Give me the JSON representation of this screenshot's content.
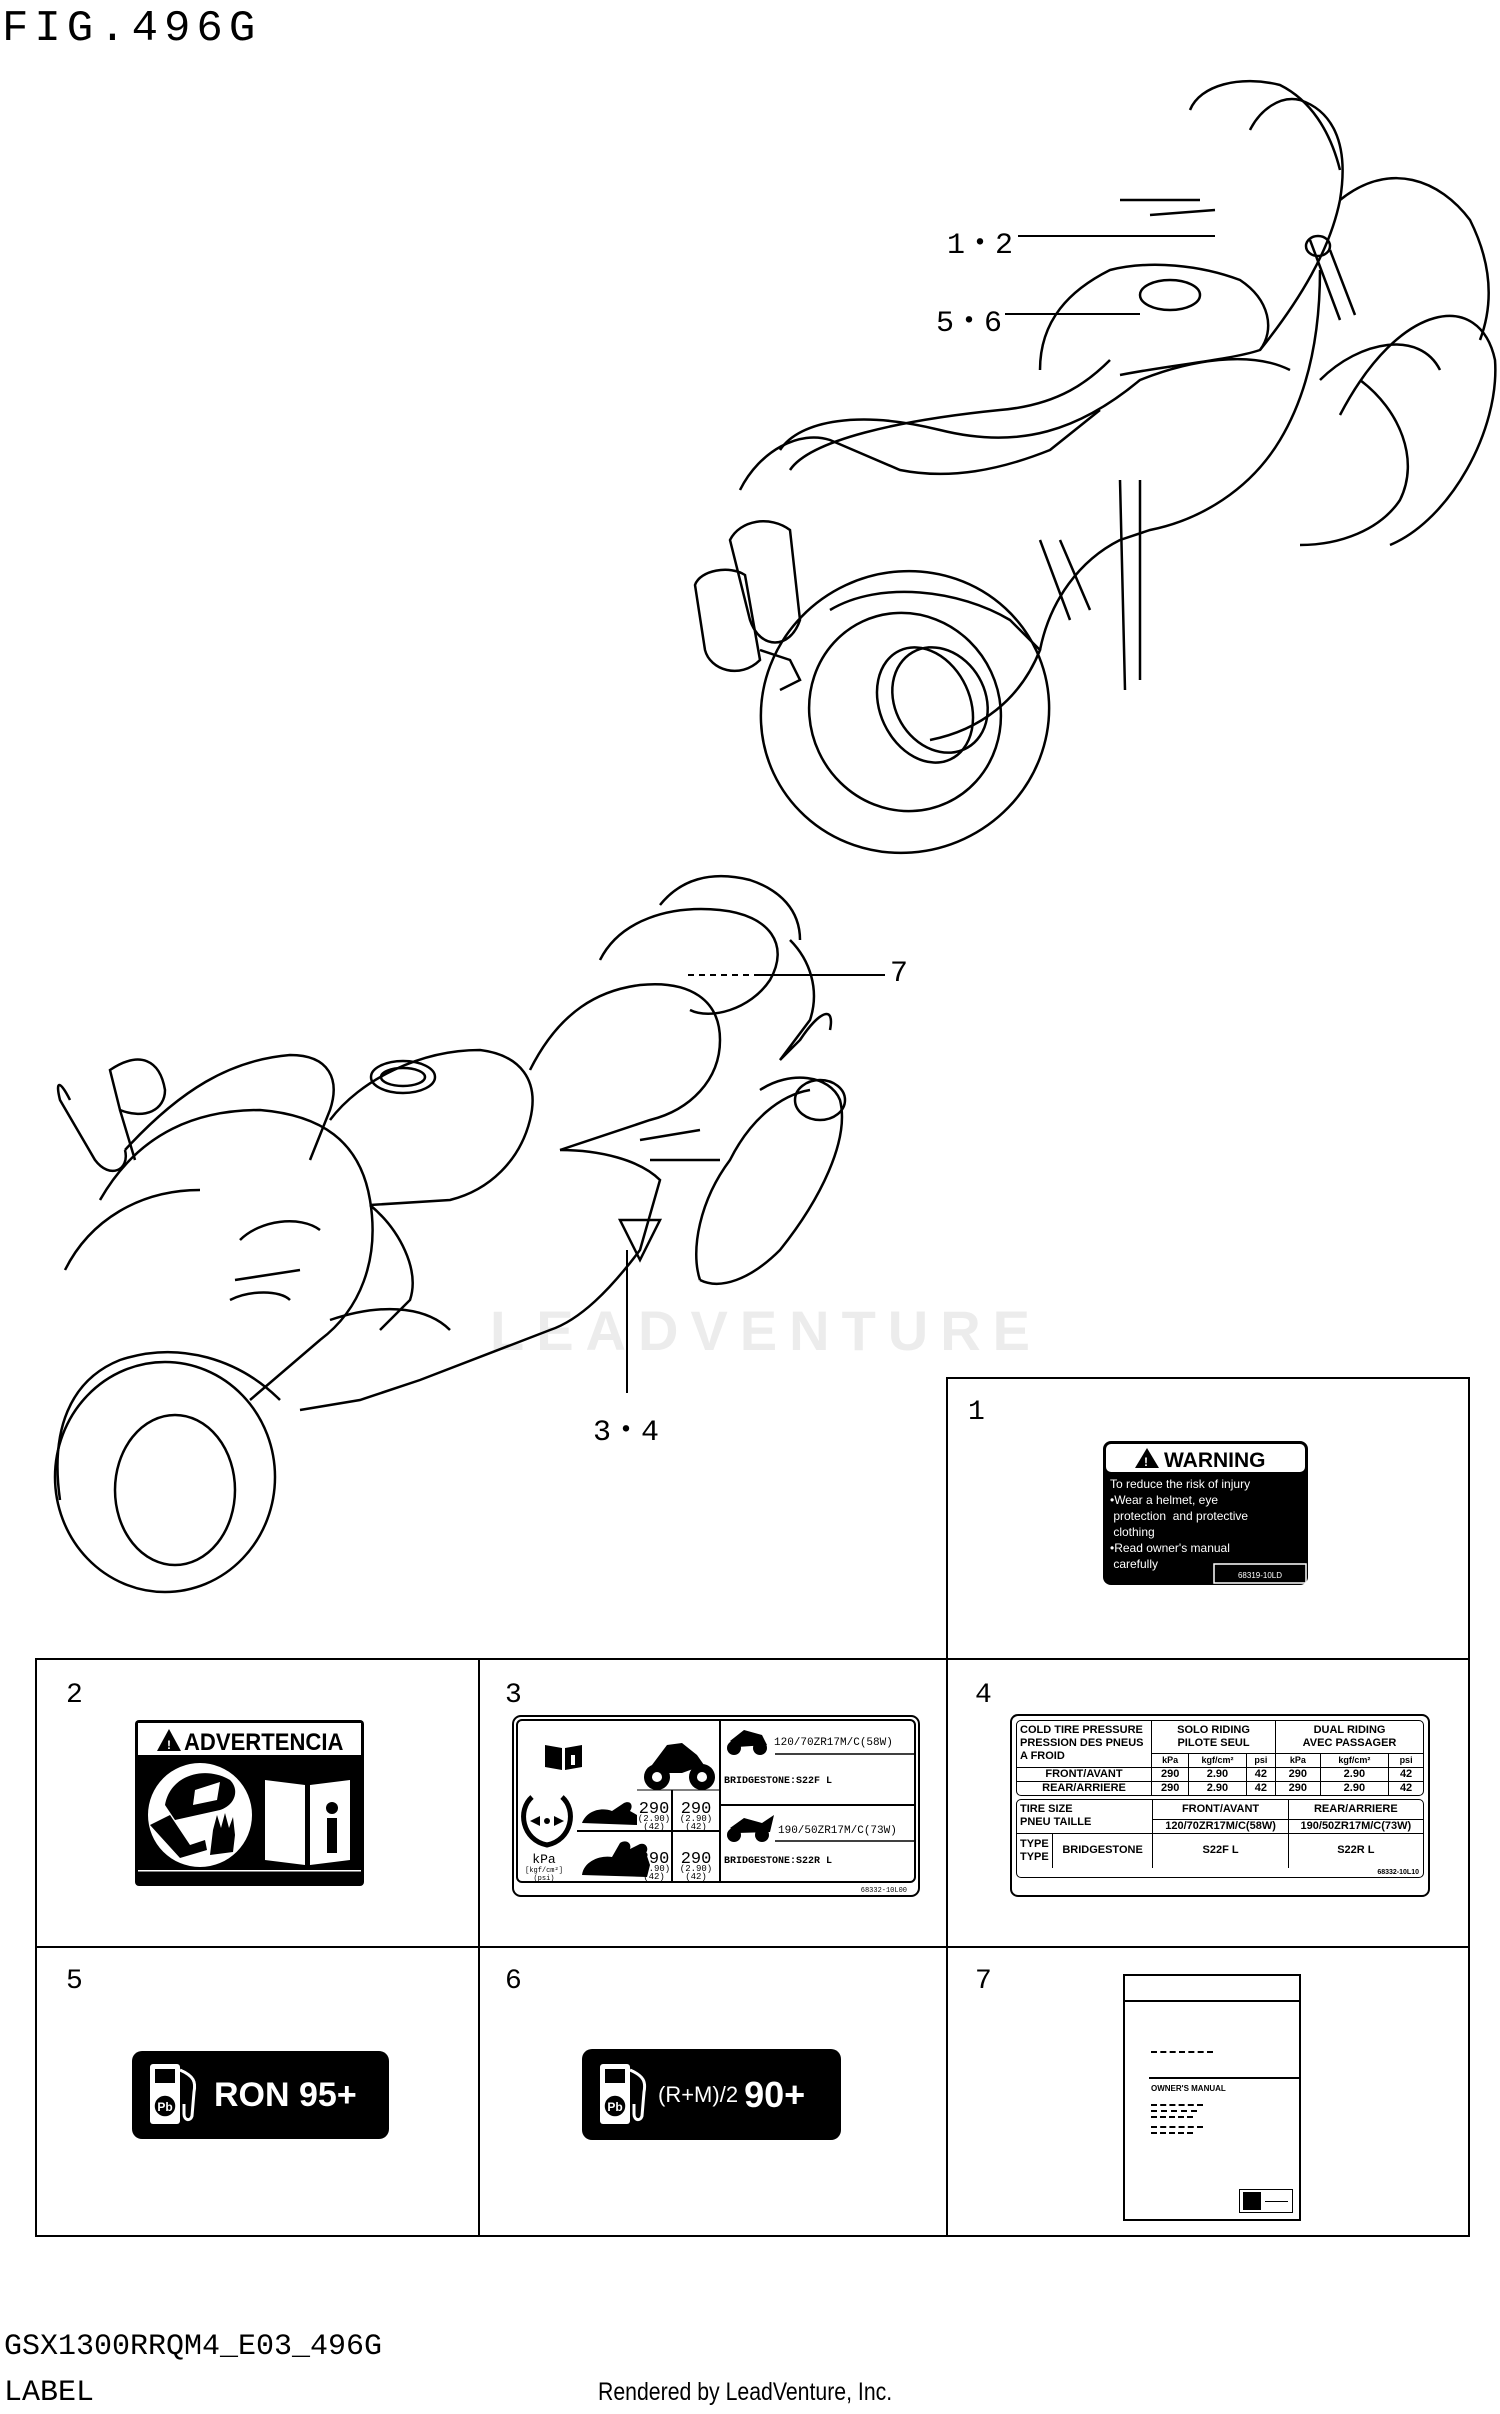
{
  "figure": {
    "title": "FIG.496G",
    "watermark": "LEADVENTURE"
  },
  "callouts": {
    "c12": "1・2",
    "c56": "5・6",
    "c7": "7",
    "c34": "3・4"
  },
  "cells": [
    {
      "number": "1"
    },
    {
      "number": "2"
    },
    {
      "number": "3"
    },
    {
      "number": "4"
    },
    {
      "number": "5"
    },
    {
      "number": "6"
    },
    {
      "number": "7"
    }
  ],
  "label1": {
    "heading": "WARNING",
    "lines": [
      "To reduce the risk of injury",
      "•Wear a helmet, eye",
      " protection  and protective",
      " clothing",
      "•Read owner's manual",
      " carefully"
    ],
    "code": "68319-10LD"
  },
  "label2": {
    "heading": "ADVERTENCIA"
  },
  "label3": {
    "pressure": {
      "kpa": "290",
      "kgf": "(2.90)",
      "psi": "(42)"
    },
    "units": {
      "kpa": "kPa",
      "kgf": "[kgf/cm²]",
      "psi": "(psi)"
    },
    "front_size": "120/70ZR17M/C(58W)",
    "front_tire": "BRIDGESTONE:S22F L",
    "rear_size": "190/50ZR17M/C(73W)",
    "rear_tire": "BRIDGESTONE:S22R L",
    "code": "68332-10L00"
  },
  "label4": {
    "title_lines": [
      "COLD TIRE PRESSURE",
      "PRESSION DES PNEUS",
      "A FROID"
    ],
    "solo": [
      "SOLO RIDING",
      "PILOTE SEUL"
    ],
    "dual": [
      "DUAL RIDING",
      "AVEC PASSAGER"
    ],
    "units": [
      "kPa",
      "kgf/cm²",
      "psi",
      "kPa",
      "kgf/cm²",
      "psi"
    ],
    "rows": [
      {
        "label": "FRONT/AVANT",
        "values": [
          "290",
          "2.90",
          "42",
          "290",
          "2.90",
          "42"
        ]
      },
      {
        "label": "REAR/ARRIERE",
        "values": [
          "290",
          "2.90",
          "42",
          "290",
          "2.90",
          "42"
        ]
      }
    ],
    "size_label": [
      "TIRE SIZE",
      "PNEU TAILLE"
    ],
    "front_head": "FRONT/AVANT",
    "rear_head": "REAR/ARRIERE",
    "front_size": "120/70ZR17M/C(58W)",
    "rear_size": "190/50ZR17M/C(73W)",
    "type_label": [
      "TYPE",
      "TYPE"
    ],
    "brand": "BRIDGESTONE",
    "front_type": "S22F L",
    "rear_type": "S22R L",
    "code": "68332-10L10"
  },
  "label5": {
    "text": "RON 95+"
  },
  "label6": {
    "prefix": "(R+M)/2",
    "value": "90+"
  },
  "label7": {
    "title": "OWNER'S MANUAL"
  },
  "footer": {
    "code": "GSX1300RRQM4_E03_496G",
    "name": "LABEL",
    "credit": "Rendered by LeadVenture, Inc."
  }
}
